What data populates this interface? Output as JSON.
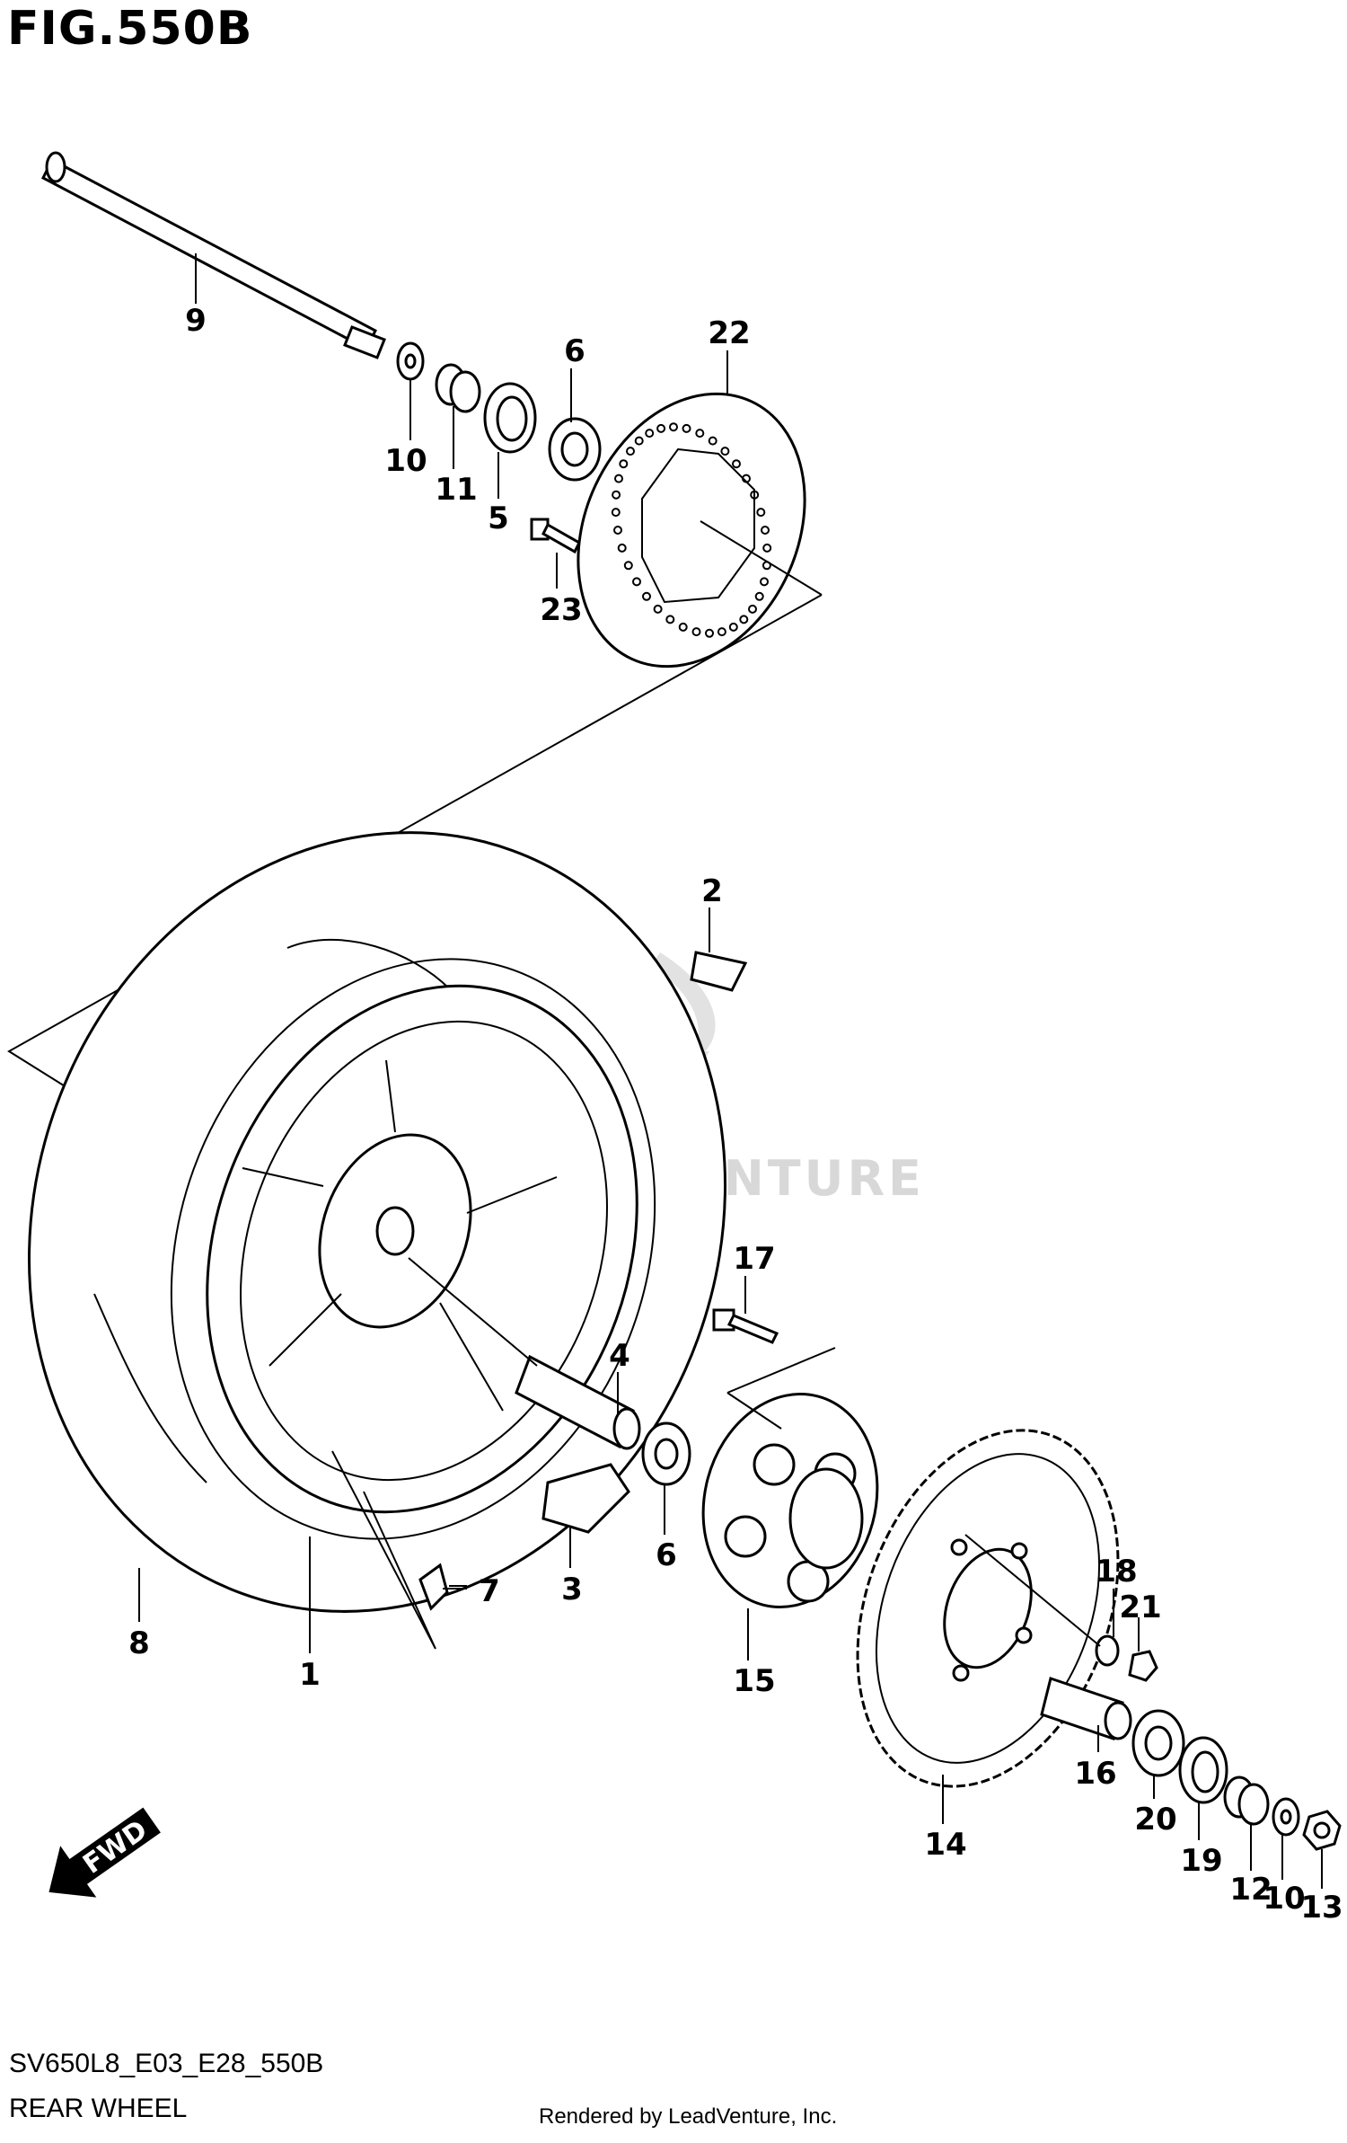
{
  "figure": {
    "title": "FIG.550B",
    "model_code": "SV650L8_E03_E28_550B",
    "section_name": "REAR WHEEL",
    "credit": "Rendered by LeadVenture, Inc."
  },
  "watermark": {
    "text": "LEADVENTURE"
  },
  "direction_badge": {
    "label": "FWD"
  },
  "callouts": [
    {
      "id": "9",
      "label": "9"
    },
    {
      "id": "10a",
      "label": "10"
    },
    {
      "id": "11",
      "label": "11"
    },
    {
      "id": "5",
      "label": "5"
    },
    {
      "id": "6a",
      "label": "6"
    },
    {
      "id": "23",
      "label": "23"
    },
    {
      "id": "22",
      "label": "22"
    },
    {
      "id": "2",
      "label": "2"
    },
    {
      "id": "17",
      "label": "17"
    },
    {
      "id": "4",
      "label": "4"
    },
    {
      "id": "6b",
      "label": "6"
    },
    {
      "id": "3",
      "label": "3"
    },
    {
      "id": "7",
      "label": "7"
    },
    {
      "id": "8",
      "label": "8"
    },
    {
      "id": "1",
      "label": "1"
    },
    {
      "id": "15",
      "label": "15"
    },
    {
      "id": "18",
      "label": "18"
    },
    {
      "id": "21",
      "label": "21"
    },
    {
      "id": "14",
      "label": "14"
    },
    {
      "id": "16",
      "label": "16"
    },
    {
      "id": "20",
      "label": "20"
    },
    {
      "id": "19",
      "label": "19"
    },
    {
      "id": "12",
      "label": "12"
    },
    {
      "id": "10b",
      "label": "10"
    },
    {
      "id": "13",
      "label": "13"
    }
  ]
}
